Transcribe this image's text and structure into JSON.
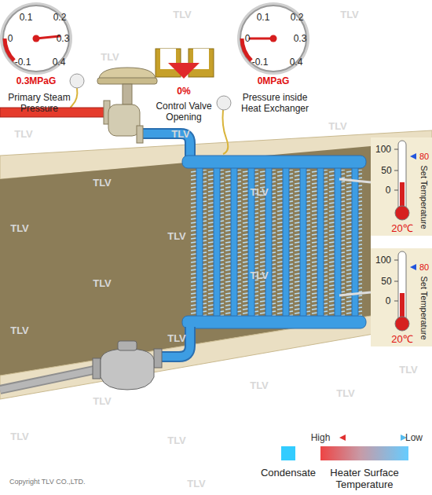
{
  "diagram": {
    "nodes": [
      {
        "text": [
          "0.1",
          "0.2",
          "0",
          "0.3",
          "-0.1",
          "0.4",
          "0.3MPaG",
          "Primary Steam Pressure"
        ]
      },
      {
        "text": [
          "0%",
          "Control Valve Opening"
        ]
      },
      {
        "text": [
          "0.1",
          "0.2",
          "0",
          "0.3",
          "-0.1",
          "0.4",
          "0MPaG",
          "Pressure inside Heat Exchanger"
        ]
      },
      {
        "text": [
          "100",
          "50",
          "0",
          "80",
          "Set Temperature",
          "20℃"
        ]
      },
      {
        "text": [
          "100",
          "50",
          "0",
          "80",
          "Set Temperature",
          "20℃"
        ]
      }
    ],
    "labels": [
      "TLV",
      "TLV",
      "TLV",
      "TLV",
      "TLV",
      "TLV",
      "TLV",
      "TLV",
      "TLV",
      "TLV",
      "TLV",
      "TLV",
      "TLV",
      "TLV",
      "TLV",
      "TLV",
      "TLV",
      "TLV",
      "TLV",
      "TLV",
      "TLV",
      "High",
      "Low",
      "Copyright TLV CO.,LTD."
    ],
    "legend": [
      {
        "text": "Condensate",
        "color": "#33ccff"
      },
      {
        "text": "Heater Surface Temperature"
      }
    ]
  }
}
